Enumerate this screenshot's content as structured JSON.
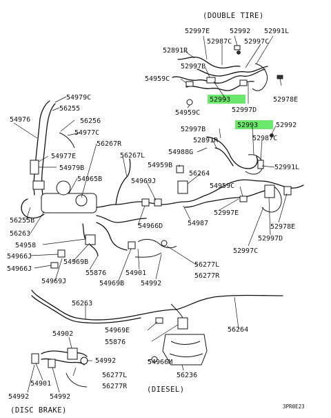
{
  "captions": {
    "double_tire": "(DOUBLE TIRE)",
    "diesel": "(DIESEL)",
    "disc_brake": "(DISC BRAKE)",
    "figure_code": "3PR0E23"
  },
  "highlight_color": "#6be86b",
  "labels": [
    "52997E",
    "52992",
    "52991L",
    "52891R",
    "52987C",
    "52997C",
    "52997B",
    "54959C",
    "52993",
    "52978E",
    "54959C",
    "52997D",
    "52993",
    "52992",
    "52997B",
    "52891R",
    "52987C",
    "54988G",
    "52991L",
    "54959B",
    "56264",
    "54959C",
    "52997E",
    "52978E",
    "52997D",
    "52997C",
    "54979C",
    "56255",
    "54976",
    "56256",
    "54977C",
    "56267R",
    "54977E",
    "54979B",
    "56267L",
    "54965B",
    "54969J",
    "56255B",
    "56263",
    "54966D",
    "54987",
    "54958",
    "54966J",
    "54969B",
    "54966J",
    "55876",
    "54969J",
    "54969B",
    "54901",
    "54992",
    "56277L",
    "56277R",
    "56263",
    "54969E",
    "55876",
    "56264",
    "54902",
    "54992",
    "54966M",
    "56236",
    "54901",
    "56277L",
    "56277R",
    "54992",
    "54992"
  ]
}
